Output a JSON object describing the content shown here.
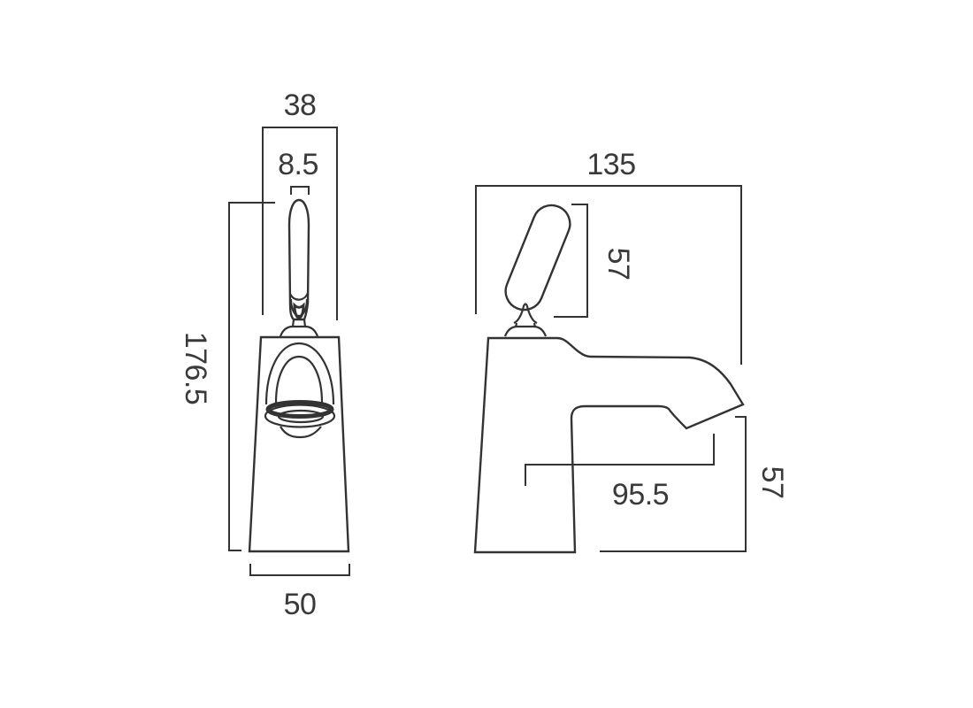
{
  "drawing": {
    "background_color": "#ffffff",
    "line_color": "#333333",
    "front_view": {
      "name": "tap-front-view",
      "dimensions": {
        "top_width": "38",
        "lever_width": "8.5",
        "overall_height": "176.5",
        "base_width": "50"
      }
    },
    "side_view": {
      "name": "tap-side-view",
      "dimensions": {
        "overall_depth": "135",
        "handle_length": "57",
        "spout_reach": "95.5",
        "spout_height": "57"
      }
    }
  }
}
